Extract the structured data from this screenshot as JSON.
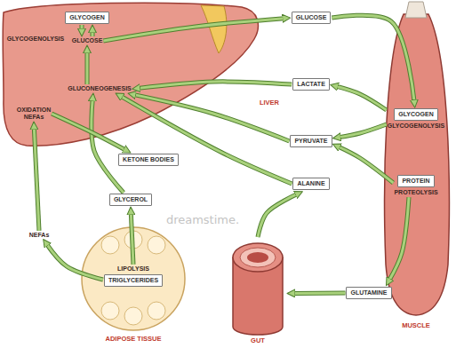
{
  "diagram": {
    "nodes": [
      {
        "text": [
          "LIVER"
        ]
      },
      {
        "text": [
          "GLYCOGEN"
        ],
        "in": 0
      },
      {
        "text": [
          "GLUCOSE"
        ],
        "in": 0
      },
      {
        "text": [
          "GLUCONEOGENESIS"
        ],
        "in": 0
      },
      {
        "text": [
          "OXIDATION NEFAs"
        ],
        "in": 0
      },
      {
        "text": [
          "GLUCOSE"
        ]
      },
      {
        "text": [
          "LACTATE"
        ]
      },
      {
        "text": [
          "PYRUVATE"
        ]
      },
      {
        "text": [
          "ALANINE"
        ]
      },
      {
        "text": [
          "KETONE BODIES"
        ]
      },
      {
        "text": [
          "GLYCEROL"
        ]
      },
      {
        "text": [
          "NEFAs"
        ]
      },
      {
        "text": [
          "MUSCLE"
        ]
      },
      {
        "text": [
          "GLYCOGEN",
          "GLYCOGENOLYSIS"
        ],
        "in": 12
      },
      {
        "text": [
          "PROTEIN",
          "PROTEOLYSIS"
        ],
        "in": 12
      },
      {
        "text": [
          "ADIPOSE TISSUE"
        ]
      },
      {
        "text": [
          "LIPOLYSIS",
          "TRIGLYCERIDES"
        ],
        "in": 15
      },
      {
        "text": [
          "GUT"
        ]
      },
      {
        "text": [
          "GLUTAMINE"
        ]
      }
    ],
    "edges": [
      {
        "from": 1,
        "to": 2,
        "arrow": "to"
      },
      {
        "from": 2,
        "to": 1,
        "arrow": "to"
      },
      {
        "from": 2,
        "to": 5,
        "arrow": "to"
      },
      {
        "from": 5,
        "to": 13,
        "arrow": "to"
      },
      {
        "from": 13,
        "to": 6,
        "arrow": "to"
      },
      {
        "from": 13,
        "to": 7,
        "arrow": "to"
      },
      {
        "from": 6,
        "to": 3,
        "arrow": "to"
      },
      {
        "from": 7,
        "to": 3,
        "arrow": "to"
      },
      {
        "from": 8,
        "to": 3,
        "arrow": "to"
      },
      {
        "from": 3,
        "to": 2,
        "arrow": "to"
      },
      {
        "from": 10,
        "to": 3,
        "arrow": "to"
      },
      {
        "from": 16,
        "to": 10,
        "arrow": "to"
      },
      {
        "from": 16,
        "to": 11,
        "arrow": "to"
      },
      {
        "from": 11,
        "to": 4,
        "arrow": "to"
      },
      {
        "from": 4,
        "to": 9,
        "arrow": "to"
      },
      {
        "from": 14,
        "to": 7,
        "arrow": "to"
      },
      {
        "from": 14,
        "to": 18,
        "arrow": "to"
      },
      {
        "from": 18,
        "to": 17,
        "arrow": "to"
      },
      {
        "from": 17,
        "to": 8,
        "arrow": "to"
      }
    ],
    "labels": [
      "GLYCOGENOLYSIS",
      "dreamstime."
    ]
  }
}
